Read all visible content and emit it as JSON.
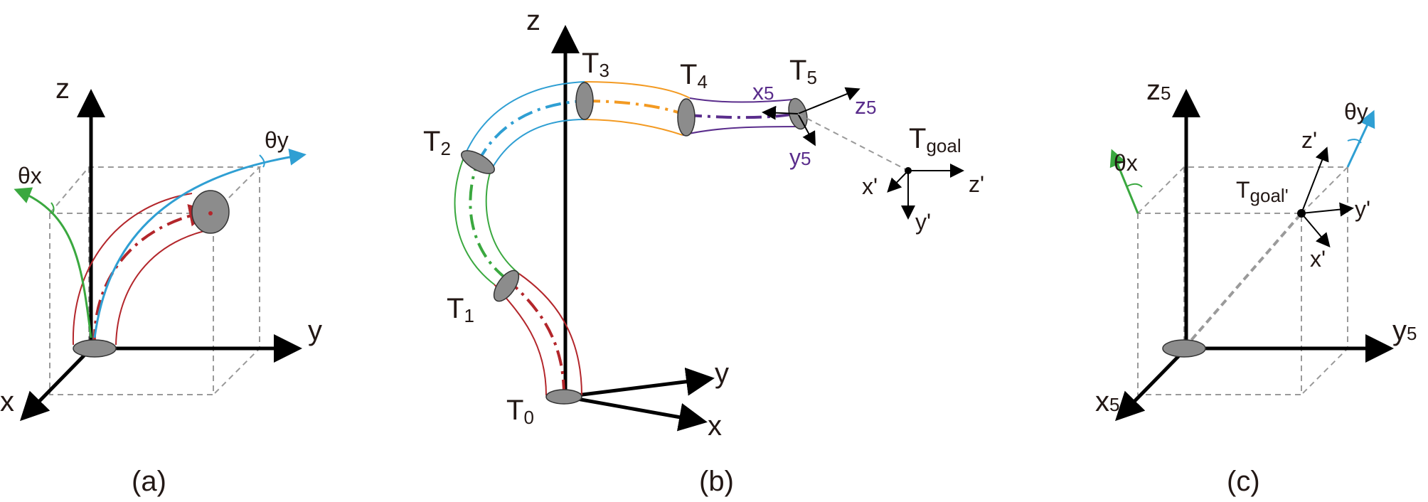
{
  "panels": {
    "a": {
      "caption": "(a)",
      "axes": {
        "x": "x",
        "y": "y",
        "z": "z"
      },
      "angles": {
        "theta_x": "θx",
        "theta_y": "θy"
      }
    },
    "b": {
      "caption": "(b)",
      "axes": {
        "x": "x",
        "y": "y",
        "z": "z"
      },
      "frames": [
        {
          "base": "T",
          "sub": "0"
        },
        {
          "base": "T",
          "sub": "1"
        },
        {
          "base": "T",
          "sub": "2"
        },
        {
          "base": "T",
          "sub": "3"
        },
        {
          "base": "T",
          "sub": "4"
        },
        {
          "base": "T",
          "sub": "5"
        }
      ],
      "tip_axes": {
        "x": {
          "base": "x",
          "sub": "5"
        },
        "y": {
          "base": "y",
          "sub": "5"
        },
        "z": {
          "base": "z",
          "sub": "5"
        }
      },
      "goal": {
        "base": "T",
        "sub": "goal"
      },
      "goal_axes": {
        "x": "x'",
        "y": "y'",
        "z": "z'"
      }
    },
    "c": {
      "caption": "(c)",
      "axes": {
        "x": {
          "base": "x",
          "sub": "5"
        },
        "y": {
          "base": "y",
          "sub": "5"
        },
        "z": {
          "base": "z",
          "sub": "5"
        }
      },
      "goal": {
        "base": "T",
        "sub": "goal'"
      },
      "goal_axes": {
        "x": "x'",
        "y": "y'",
        "z": "z'"
      },
      "angles": {
        "theta_x": "θx",
        "theta_y": "θy"
      }
    }
  },
  "colors": {
    "red": "#b3262b",
    "green": "#3aa83f",
    "blue": "#2f9fd3",
    "orange": "#f39a22",
    "purple": "#5a2d8c",
    "disk": "#8c8c8c",
    "dashed_box": "#9a9a9a"
  }
}
